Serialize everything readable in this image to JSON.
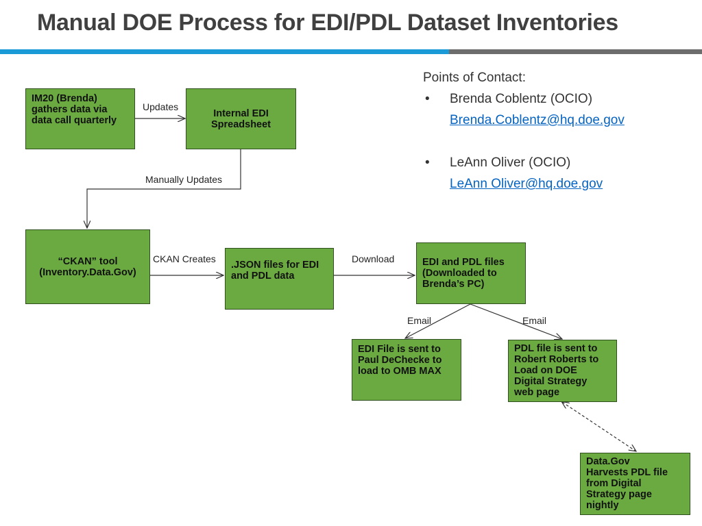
{
  "title": "Manual DOE Process for EDI/PDL Dataset Inventories",
  "contacts": {
    "heading": "Points of Contact:",
    "people": [
      {
        "name": "Brenda Coblentz (OCIO)",
        "email": "Brenda.Coblentz@hq.doe.gov"
      },
      {
        "name": "LeAnn Oliver (OCIO)",
        "email": "LeAnn Oliver@hq.doe.gov"
      }
    ]
  },
  "nodes": {
    "im20": "IM20 (Brenda)\ngathers data via\ndata call quarterly",
    "internal_edi": "Internal EDI\nSpreadsheet",
    "ckan_tool": "“CKAN”  tool\n(Inventory.Data.Gov)",
    "json_files": ".JSON files for EDI\nand PDL data",
    "edi_pdl_files": "EDI and PDL files\n(Downloaded to\nBrenda’s PC)",
    "edi_file_sent": "EDI File is sent to\nPaul DeChecke to\nload to OMB MAX",
    "pdl_file_sent": "PDL file is sent to\nRobert Roberts  to\nLoad on DOE\nDigital Strategy\nweb page",
    "data_gov": "Data.Gov\nHarvests  PDL file\nfrom Digital\nStrategy page\nnightly"
  },
  "edges": {
    "updates": "Updates",
    "manually_updates": "Manually Updates",
    "ckan_creates": "CKAN Creates",
    "download": "Download",
    "email_left": "Email",
    "email_right": "Email"
  }
}
